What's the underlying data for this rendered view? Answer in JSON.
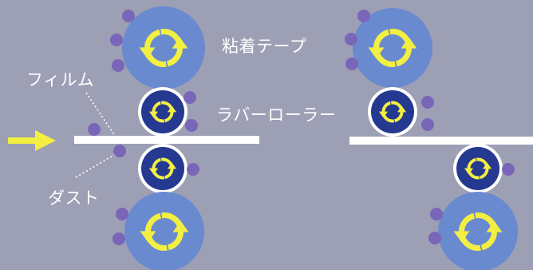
{
  "labels": {
    "tape": "粘着テープ",
    "rubber_roller": "ラバーローラー",
    "film": "フィルム",
    "dust": "ダスト"
  },
  "colors": {
    "background": "#9d9fb5",
    "tape_roller": "#6a8ad0",
    "rubber_roller": "#24398f",
    "rubber_ring": "#ffffff",
    "arrow": "#f2ef42",
    "rotation_arrow": "#f2ef42",
    "dust": "#7a66b8",
    "film": "#ffffff"
  },
  "icons": [
    "feed-arrow-icon",
    "rotation-arrows-icon",
    "dust-particle-icon"
  ]
}
